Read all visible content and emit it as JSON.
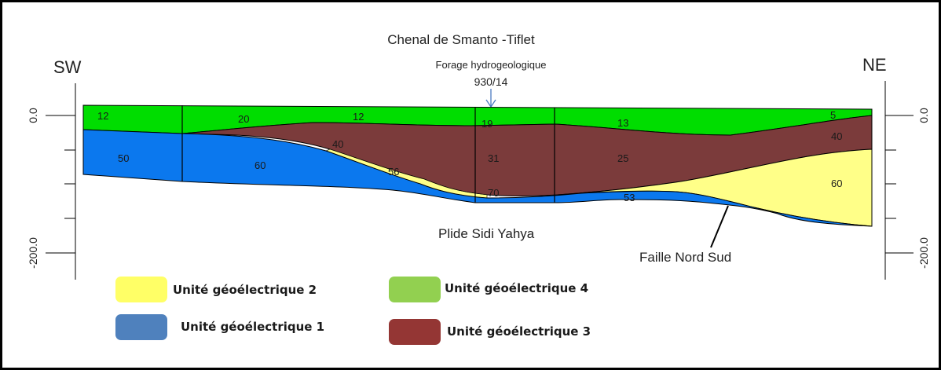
{
  "title": "Chenal de Smanto -Tiflet",
  "left_direction": "SW",
  "right_direction": "NE",
  "borehole": {
    "label": "Forage hydrogeologique",
    "id": "930/14"
  },
  "axis": {
    "tick_top": "0.0",
    "tick_bottom": "-200.0"
  },
  "annotations": {
    "plio": "Plide Sidi Yahya",
    "fault": "Faille Nord Sud"
  },
  "resistivity_values": {
    "green": [
      "12",
      "20",
      "12",
      "19",
      "13",
      "5"
    ],
    "brown": [
      "40",
      "31",
      "25",
      "40"
    ],
    "yellow": [
      "60"
    ],
    "blue": [
      "50",
      "60",
      "56",
      "70",
      "53"
    ]
  },
  "colors": {
    "unit4": "#00dd00",
    "unit3": "#7b3b3b",
    "unit2": "#ffff88",
    "unit1": "#0b78ee"
  },
  "legend": [
    {
      "label": "Unité géoélectrique 2",
      "color": "#ffff66"
    },
    {
      "label": "Unité géoélectrique 4",
      "color": "#92d050"
    },
    {
      "label": "Unité géoélectrique 1",
      "color": "#4f81bd"
    },
    {
      "label": "Unité géoélectrique 3",
      "color": "#943634"
    }
  ]
}
